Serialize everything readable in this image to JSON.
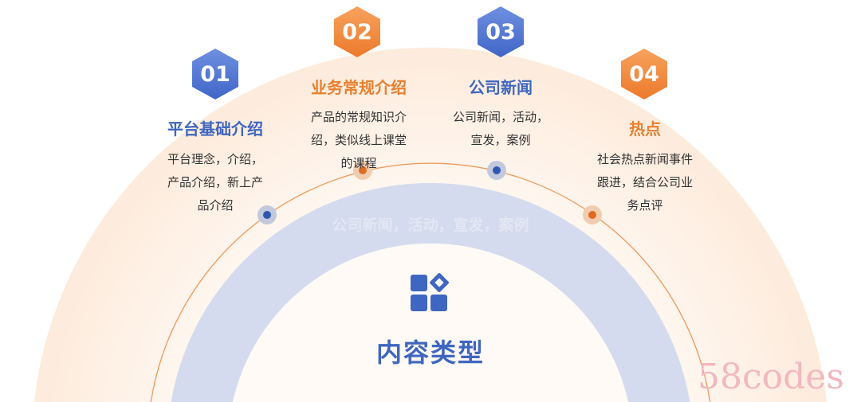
{
  "center": {
    "title": "内容类型",
    "icon": "apps-grid-icon",
    "ghost_text": "公司新闻，活动，宣发，案例"
  },
  "items": [
    {
      "number": "01",
      "title": "平台基础介绍",
      "lines": [
        "平台理念，介绍，",
        "产品介绍，新上产",
        "品介绍"
      ],
      "color": "blue"
    },
    {
      "number": "02",
      "title": "业务常规介绍",
      "lines": [
        "产品的常规知识介",
        "绍，类似线上课堂",
        "的课程"
      ],
      "color": "orange"
    },
    {
      "number": "03",
      "title": "公司新闻",
      "lines": [
        "公司新闻，活动，",
        "宣发，案例"
      ],
      "color": "blue"
    },
    {
      "number": "04",
      "title": "热点",
      "lines": [
        "社会热点新闻事件",
        "跟进，结合公司业",
        "务点评"
      ],
      "color": "orange"
    }
  ],
  "watermark": "58codes",
  "colors": {
    "blue": "#3f66c0",
    "orange": "#ec7a2c",
    "band": "#d4dbee"
  }
}
